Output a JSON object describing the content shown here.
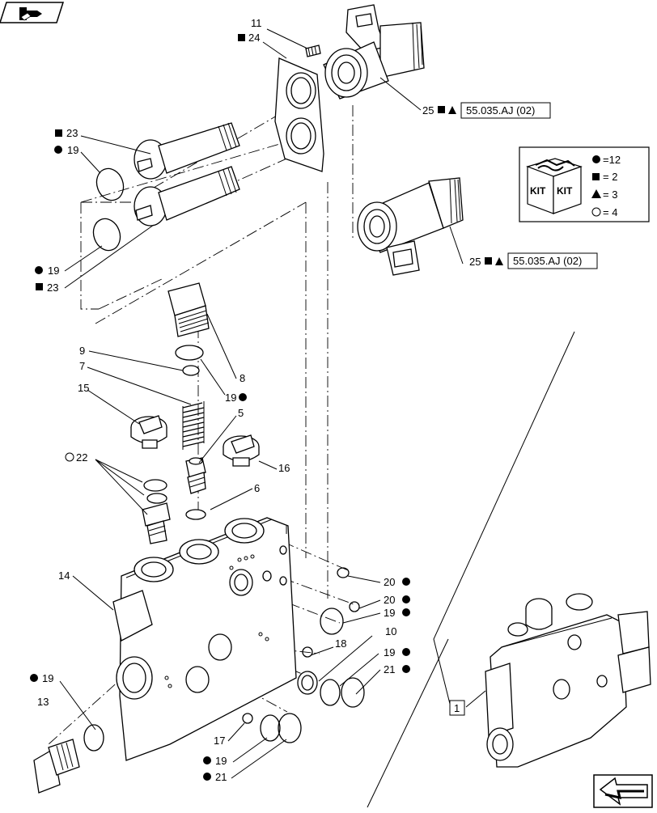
{
  "callouts": [
    {
      "id": "c11",
      "text": "11"
    },
    {
      "id": "c24",
      "text": "24",
      "marker": "square"
    },
    {
      "id": "c25a",
      "text": "25",
      "marker": "square-triangle",
      "ref": "55.035.AJ (02)"
    },
    {
      "id": "c23a",
      "text": "23",
      "marker": "square"
    },
    {
      "id": "c19a",
      "text": "19",
      "marker": "dot"
    },
    {
      "id": "c25b",
      "text": "25",
      "marker": "square-triangle",
      "ref": "55.035.AJ (02)"
    },
    {
      "id": "c19b",
      "text": "19",
      "marker": "dot"
    },
    {
      "id": "c23b",
      "text": "23",
      "marker": "square"
    },
    {
      "id": "c9",
      "text": "9"
    },
    {
      "id": "c8",
      "text": "8"
    },
    {
      "id": "c7",
      "text": "7"
    },
    {
      "id": "c19c",
      "text": "19",
      "marker": "dot"
    },
    {
      "id": "c15",
      "text": "15"
    },
    {
      "id": "c5",
      "text": "5"
    },
    {
      "id": "c22",
      "text": "22",
      "marker": "circle"
    },
    {
      "id": "c16",
      "text": "16"
    },
    {
      "id": "c6",
      "text": "6"
    },
    {
      "id": "c14",
      "text": "14"
    },
    {
      "id": "c20a",
      "text": "20",
      "marker": "dot"
    },
    {
      "id": "c20b",
      "text": "20",
      "marker": "dot"
    },
    {
      "id": "c19d",
      "text": "19",
      "marker": "dot"
    },
    {
      "id": "c10",
      "text": "10"
    },
    {
      "id": "c18",
      "text": "18"
    },
    {
      "id": "c19e",
      "text": "19",
      "marker": "dot"
    },
    {
      "id": "c21a",
      "text": "21",
      "marker": "dot"
    },
    {
      "id": "c19f",
      "text": "19",
      "marker": "dot"
    },
    {
      "id": "c13",
      "text": "13"
    },
    {
      "id": "c17",
      "text": "17"
    },
    {
      "id": "c19g",
      "text": "19",
      "marker": "dot"
    },
    {
      "id": "c21b",
      "text": "21",
      "marker": "dot"
    },
    {
      "id": "c1",
      "text": "1",
      "boxed": true
    }
  ],
  "kit": {
    "label_left": "KIT",
    "label_right": "KIT",
    "rows": [
      {
        "marker": "dot",
        "text": "=12"
      },
      {
        "marker": "square",
        "text": "=  2"
      },
      {
        "marker": "triangle",
        "text": "=  3"
      },
      {
        "marker": "circle",
        "text": "=  4"
      }
    ]
  },
  "icons": {
    "top_left": "book-pointer-icon",
    "bottom_right": "return-arrow-icon"
  }
}
